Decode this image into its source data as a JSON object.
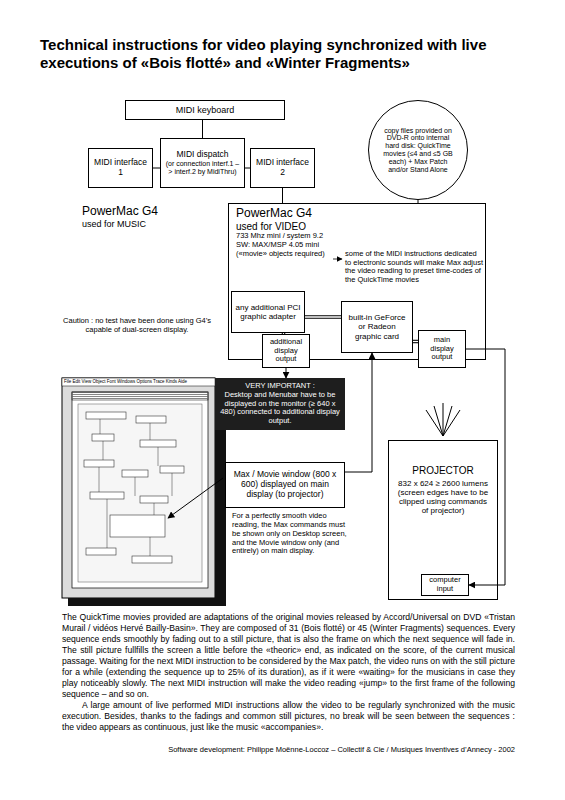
{
  "diagram": {
    "title": "Technical instructions for video playing synchronized with live executions of «Bois flotté» and «Winter Fragments»",
    "caption": "Software development: Philippe Moënne-Loccoz – Collectif & Cie / Musiques Inventives d’Annecy - 2002",
    "nodes": [
      {
        "text": [
          "MIDI keyboard"
        ]
      },
      {
        "text": [
          "MIDI dispatch",
          "(or connection interf.1 –> interf.2 by MidiThru)"
        ]
      },
      {
        "text": [
          "MIDI interface 1"
        ]
      },
      {
        "text": [
          "MIDI interface 2"
        ]
      },
      {
        "text": [
          "copy files provided on DVD-R onto internal hard disk: QuickTime movies (≤4 and ≤5 GB each) + Max Patch and/or Stand Alone"
        ]
      },
      {
        "text": [
          "PowerMac G4",
          "used for VIDEO",
          "733 Mhz mini / system 9.2",
          "SW: MAX/MSP 4.05 mini",
          "(«movie» objects required)"
        ]
      },
      {
        "text": [
          "any additional PCI graphic adapter"
        ],
        "in": 5
      },
      {
        "text": [
          "additional display output"
        ]
      },
      {
        "text": [
          "built-in GeForce or Radeon graphic card"
        ],
        "in": 5
      },
      {
        "text": [
          "main display output"
        ]
      },
      {
        "text": [
          "VERY IMPORTANT :",
          "Desktop and Menubar have to be displayed on the monitor (≥ 640 x 480) connected to additional display output."
        ]
      },
      {
        "text": [
          "Max / Movie window (800 x 600) displayed on main display (to projector)"
        ]
      },
      {
        "text": [
          "PROJECTOR",
          "832 x 624 ≥ 2600 lumens (screen edges have to be clipped using commands of projector)"
        ]
      },
      {
        "text": [
          "computer input"
        ],
        "in": 12
      }
    ],
    "edges": [
      {
        "from": 0,
        "to": 1,
        "arrow": "none"
      },
      {
        "from": 1,
        "to": 2,
        "arrow": "none"
      },
      {
        "from": 1,
        "to": 3,
        "arrow": "none"
      },
      {
        "from": 3,
        "to": 5,
        "arrow": "none"
      },
      {
        "from": 4,
        "to": 5,
        "arrow": "none"
      },
      {
        "from": 6,
        "to": 8,
        "arrow": "none"
      },
      {
        "from": 6,
        "to": 7,
        "arrow": "none"
      },
      {
        "from": 8,
        "to": 9,
        "arrow": "none"
      },
      {
        "from": 7,
        "to": 10,
        "arrow": "to"
      },
      {
        "from": 9,
        "to": 13,
        "arrow": "to"
      },
      {
        "from": 11,
        "to": 8,
        "arrow": "to"
      }
    ],
    "labels": [
      "PowerMac G4",
      "used for MUSIC",
      "some of the MIDI instructions dedicated to electronic sounds will make Max adjust the video reading to preset time-codes of the QuickTime movies",
      "Caution : no test have been done using G4’s capable of dual-screen display.",
      "File Edit View Object Font Windows Options Trace Kinds Aide",
      "For a perfectly smooth video reading, the Max commands must be shown only on Desktop screen, and the Movie window only (and entirely) on main display.",
      "The QuickTime movies provided are adaptations of the original movies released by Accord/Universal on DVD «Tristan Murail / vidéos Hervé Bailly-Basin». They are composed of 31 (Bois flotté) or 45 (Winter Fragments) sequences. Every sequence ends smoothly by fading out to a still picture, that is also the frame on which the next sequence will fade in. The still picture fullfills the screen a little before the «theoric» end, as indicated on the score, of the current musical passage. Waiting for the next MIDI instruction to be considered by the Max patch, the video runs on with the still picture for a while (extending the sequence up to 25% of its duration), as if it were «waiting» for the musicians in case they play noticeably slowly. The next MIDI instruction will make the video reading «jump» to the first frame of the following sequence – and so on.",
      "A large amount of live performed MIDI instructions allow the video to be regularly synchronized with the music execution. Besides, thanks to the fadings and common still pictures, no break will be seen between the sequences : the video appears as continuous, just like the music «accompanies»."
    ]
  }
}
